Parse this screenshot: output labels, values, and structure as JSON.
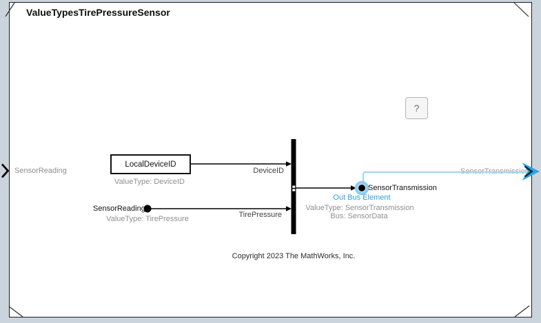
{
  "window": {
    "title": "ValueTypesTirePressureSensor"
  },
  "colors": {
    "frame_bg": "#cbd4dc",
    "canvas_bg": "#ffffff",
    "canvas_border": "#1b1b1b",
    "accent_blue": "#2ba4e5",
    "accent_blue_dark": "#122b3c",
    "highlight_blue": "#a8d8f3",
    "port_ring_blue": "#8ccdf2",
    "link_blue": "#2d9fe3",
    "muted_text": "#8f8f8f",
    "signal_text": "#3f3f3f"
  },
  "canvas": {
    "input_port": {
      "label": "SensorReading"
    },
    "blocks": {
      "local_device_id": {
        "label": "LocalDeviceID",
        "value_type": "ValueType: DeviceID"
      },
      "in_bus_element": {
        "label": "SensorReading",
        "value_type": "ValueType: TirePressure"
      },
      "out_bus_element": {
        "label": "SensorTransmission",
        "type_label": "Out Bus Element",
        "value_type": "ValueType: SensorTransmission",
        "bus": "Bus: SensorData"
      }
    },
    "signals": {
      "device_id": "DeviceID",
      "tire_pressure": "TirePressure",
      "output": "SensorTransmission"
    },
    "help_button": "?",
    "copyright": "Copyright 2023 The MathWorks, Inc."
  }
}
